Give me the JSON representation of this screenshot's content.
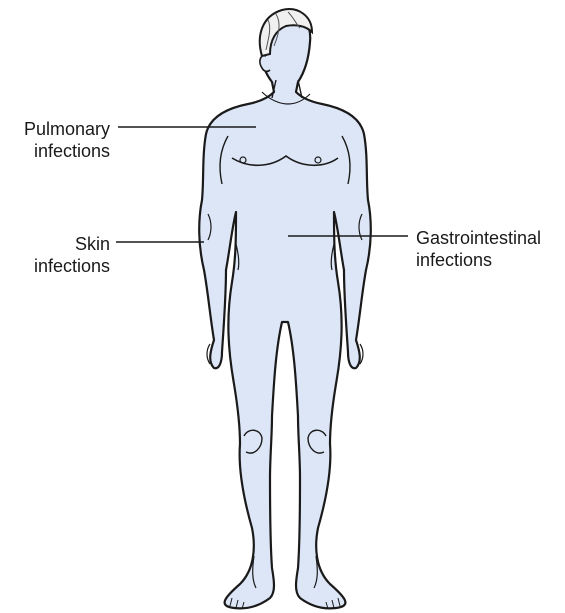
{
  "labels": {
    "pulmonary": {
      "line1": "Pulmonary",
      "line2": "infections"
    },
    "skin": {
      "line1": "Skin",
      "line2": "infections"
    },
    "gastrointestinal": {
      "line1": "Gastrointestinal",
      "line2": "infections"
    }
  },
  "colors": {
    "body_fill": "#dde6f7",
    "outline": "#1a1a1a",
    "hair": "#f0f0f0",
    "leader_line": "#1a1a1a"
  }
}
